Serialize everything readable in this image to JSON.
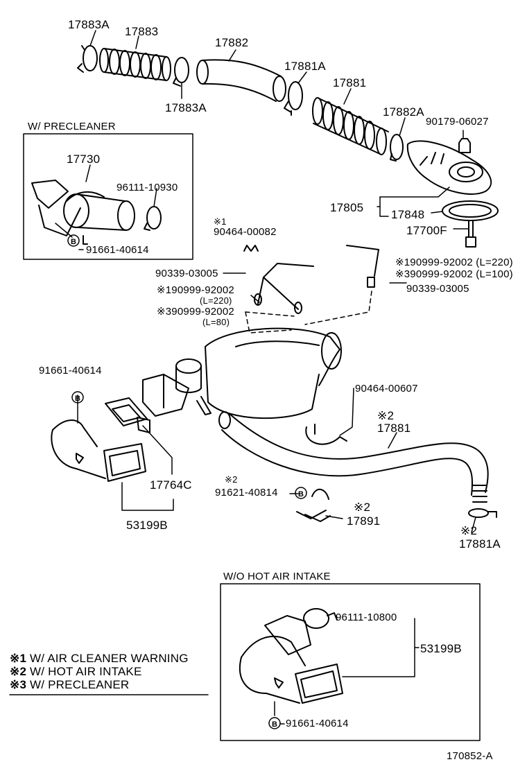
{
  "parts": {
    "p17883A": "17883A",
    "p17883": "17883",
    "p17882": "17882",
    "p17883A_2": "17883A",
    "p17881A": "17881A",
    "p17881": "17881",
    "p17882A": "17882A",
    "p90179": "90179-06027",
    "p17805": "17805",
    "p17848": "17848",
    "p17700F": "17700F",
    "p90464_00082_mark": "※1",
    "p90464_00082": "90464-00082",
    "p90339_03005_a": "90339-03005",
    "p90999_1a": "※190999-92002",
    "p90999_1a_len": "(L=220)",
    "p90999_3a": "※390999-92002",
    "p90999_3a_len": "(L=80)",
    "p90999_1b": "※190999-92002 (L=220)",
    "p90999_3b": "※390999-92002 (L=100)",
    "p90339_03005_b": "90339-03005",
    "p91661_a": "91661-40614",
    "p90464_00607": "90464-00607",
    "p17881_2_mark": "※2",
    "p17881_2": "17881",
    "p17764C": "17764C",
    "p91621_mark": "※2",
    "p91621": "91621-40814",
    "p17891_mark": "※2",
    "p17891": "17891",
    "p53199B_a": "53199B",
    "p17881A_2_mark": "※2",
    "p17881A_2": "17881A"
  },
  "precleaner": {
    "title": "W/ PRECLEANER",
    "p17730": "17730",
    "p96111_10930": "96111-10930",
    "p91661": "91661-40614"
  },
  "hot_air": {
    "title": "W/O HOT AIR INTAKE",
    "p96111_10800": "96111-10800",
    "p53199B": "53199B",
    "p91661": "91661-40614"
  },
  "notes": [
    {
      "mark": "※1",
      "text": "W/ AIR CLEANER WARNING"
    },
    {
      "mark": "※2",
      "text": "W/ HOT AIR INTAKE"
    },
    {
      "mark": "※3",
      "text": "W/ PRECLEANER"
    }
  ],
  "bolt_symbol": "B",
  "diagram_code": "170852-A"
}
